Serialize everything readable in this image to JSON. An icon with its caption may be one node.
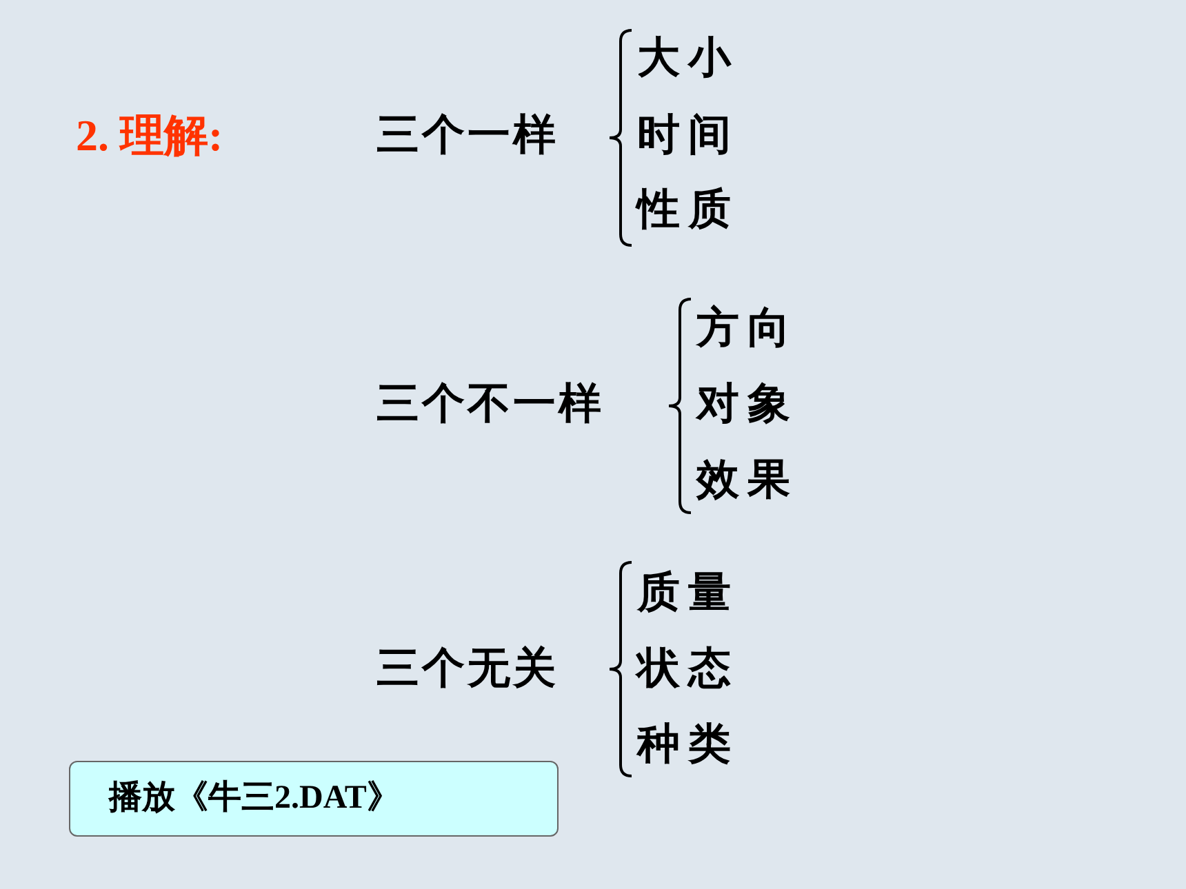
{
  "diagram": {
    "title": "2. 理解:",
    "nodes": [
      {
        "text": [
          "播放《牛三2.DAT》"
        ]
      }
    ],
    "edges": [],
    "labels": [
      "三个一样",
      "大小",
      "时间",
      "性质",
      "三个不一样",
      "方向",
      "对象",
      "效果",
      "三个无关",
      "质量",
      "状态",
      "种类"
    ]
  }
}
